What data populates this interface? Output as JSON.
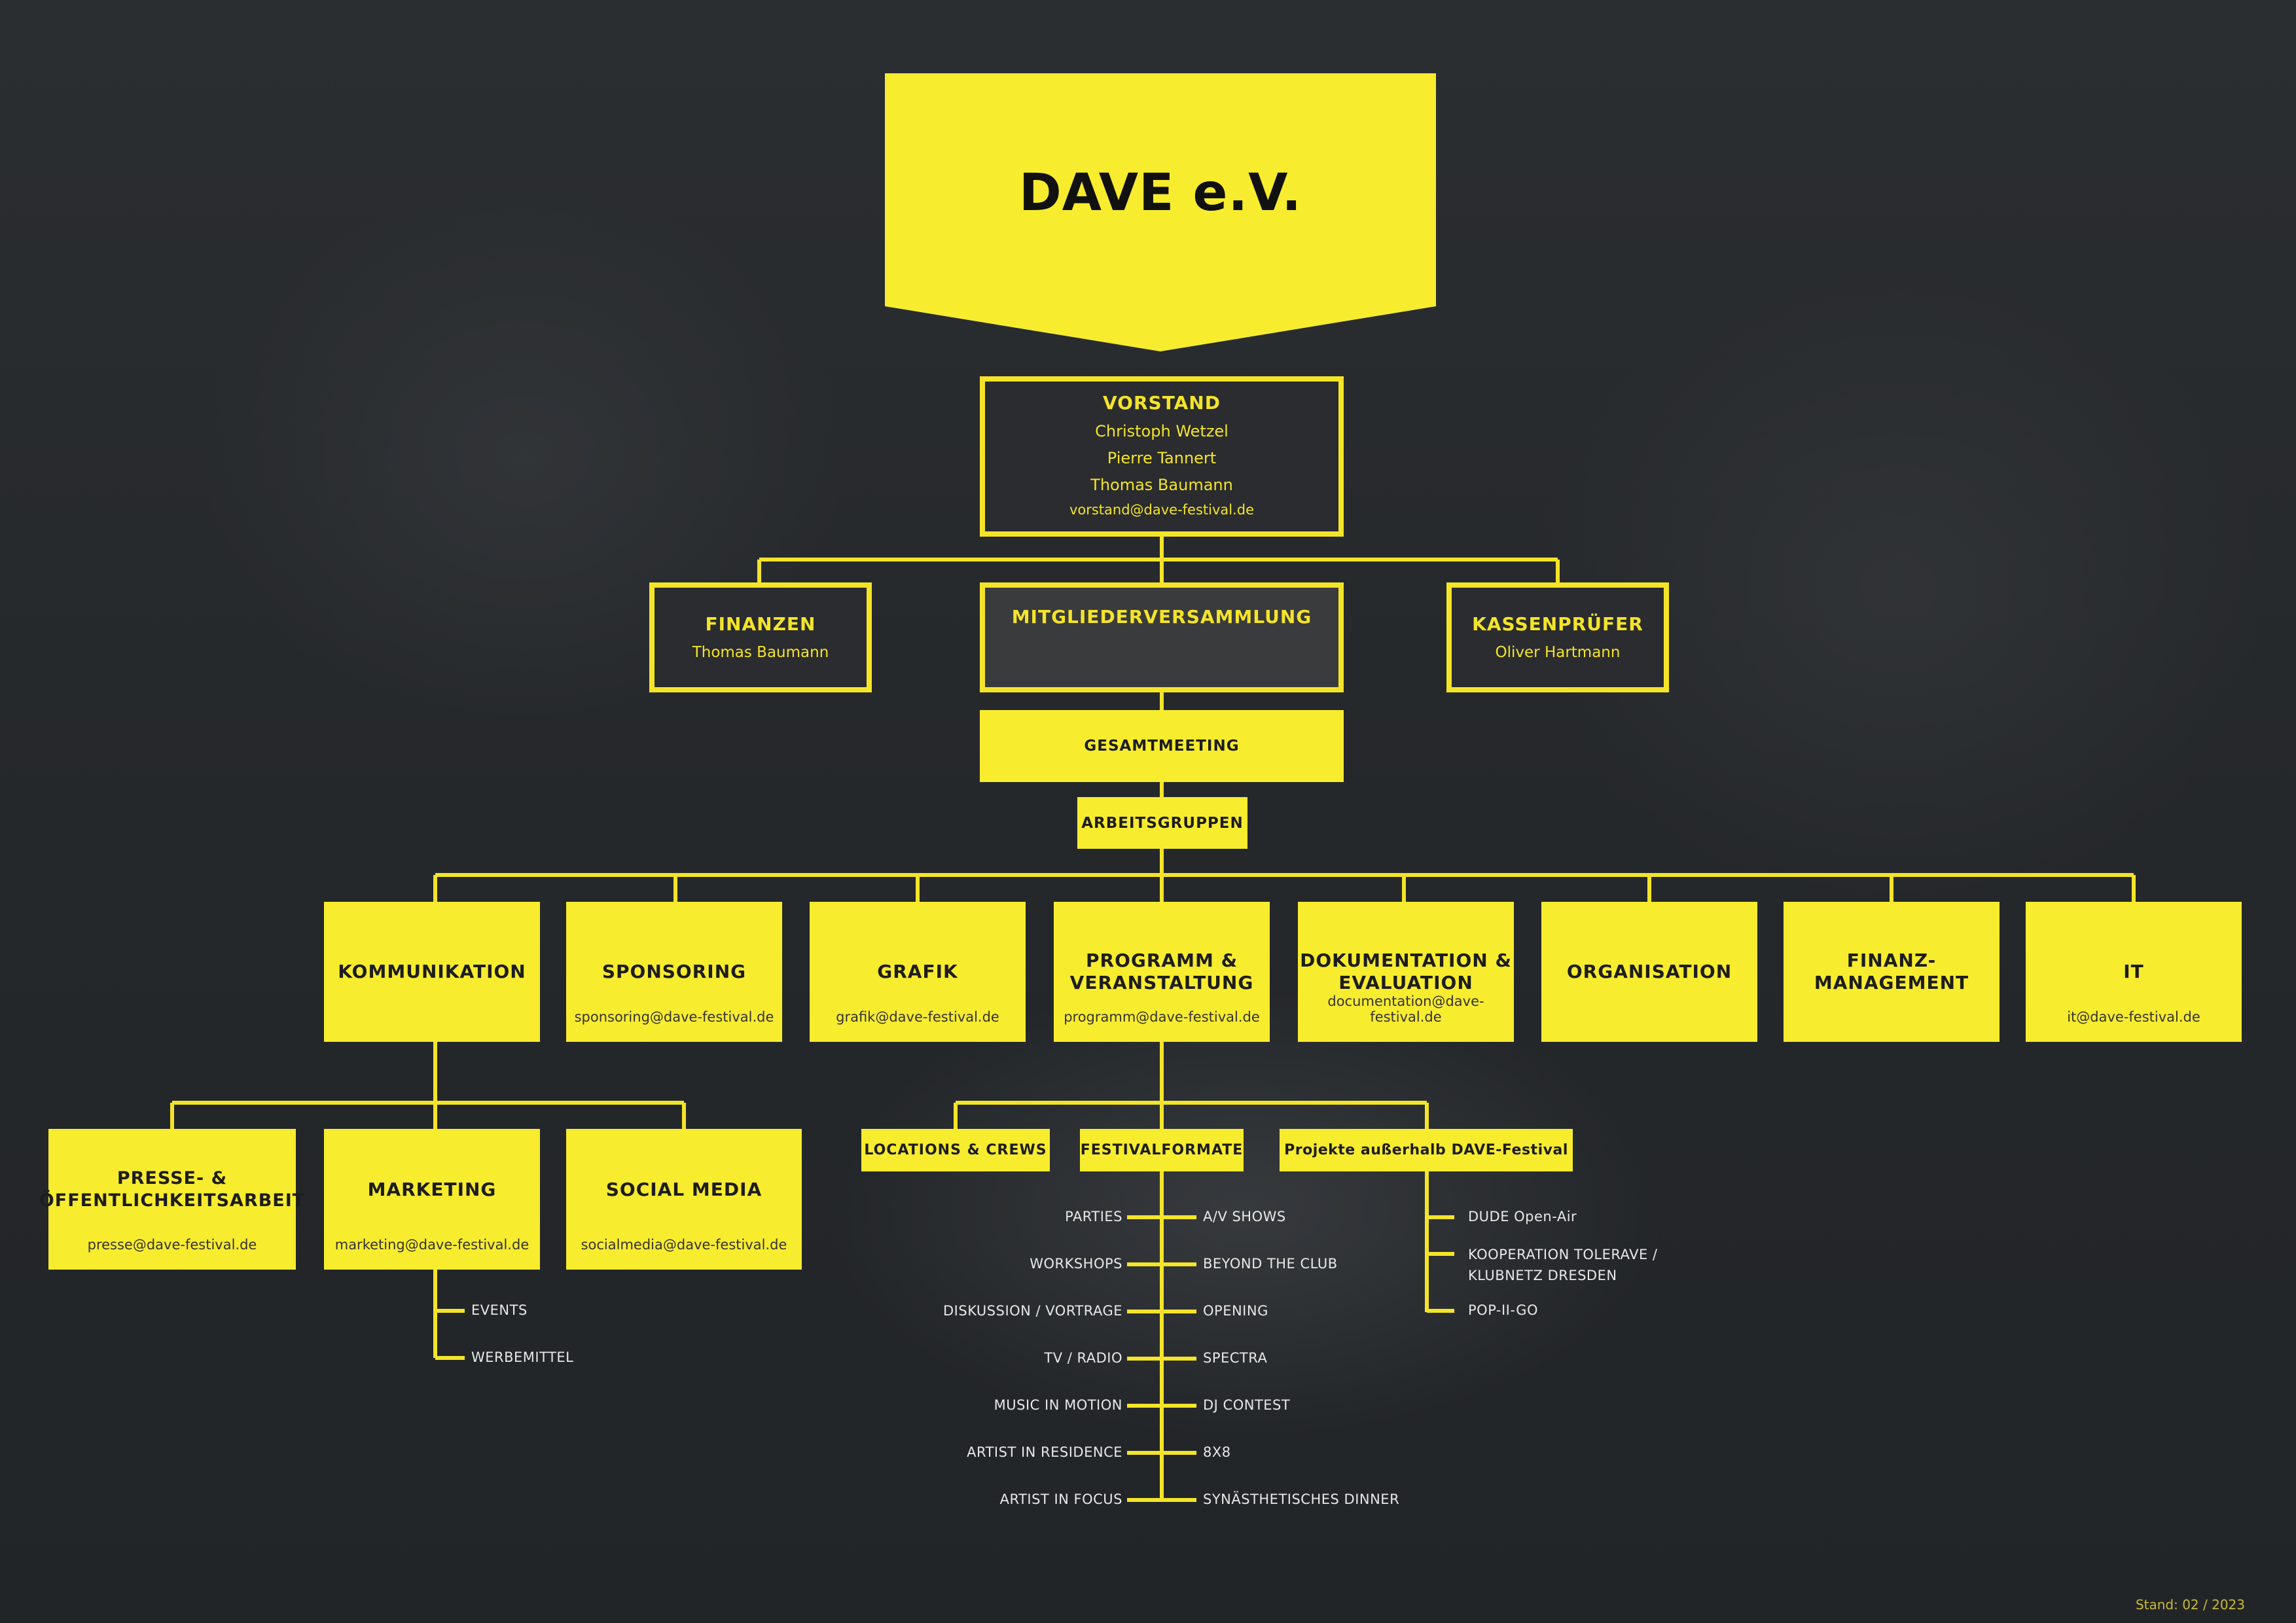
{
  "header": {
    "title": "DAVE e.V."
  },
  "vorstand": {
    "title": "VORSTAND",
    "members": [
      "Christoph Wetzel",
      "Pierre Tannert",
      "Thomas Baumann"
    ],
    "email": "vorstand@dave-festival.de"
  },
  "finanzen": {
    "title": "FINANZEN",
    "person": "Thomas Baumann"
  },
  "mitglieder": {
    "title": "MITGLIEDERVERSAMMLUNG"
  },
  "kassen": {
    "title": "KASSENPRÜFER",
    "person": "Oliver Hartmann"
  },
  "gesamt": {
    "title": "GESAMTMEETING"
  },
  "arbeit": {
    "title": "ARBEITSGRUPPEN"
  },
  "groups": [
    {
      "title": "KOMMUNIKATION",
      "email": ""
    },
    {
      "title": "SPONSORING",
      "email": "sponsoring@dave-festival.de"
    },
    {
      "title": "GRAFIK",
      "email": "grafik@dave-festival.de"
    },
    {
      "title": "PROGRAMM &\nVERANSTALTUNG",
      "email": "programm@dave-festival.de"
    },
    {
      "title": "DOKUMENTATION &\nEVALUATION",
      "email": "documentation@dave-festival.de"
    },
    {
      "title": "ORGANISATION",
      "email": ""
    },
    {
      "title": "FINANZ-\nMANAGEMENT",
      "email": ""
    },
    {
      "title": "IT",
      "email": "it@dave-festival.de"
    }
  ],
  "komm_sub": [
    {
      "title": "PRESSE- &\nÖFFENTLICHKEITSARBEIT",
      "email": "presse@dave-festival.de"
    },
    {
      "title": "MARKETING",
      "email": "marketing@dave-festival.de"
    },
    {
      "title": "SOCIAL MEDIA",
      "email": "socialmedia@dave-festival.de"
    }
  ],
  "marketing_items": [
    "EVENTS",
    "WERBEMITTEL"
  ],
  "programm_sub": [
    "LOCATIONS & CREWS",
    "FESTIVALFORMATE",
    "Projekte außerhalb DAVE-Festival"
  ],
  "formats_left": [
    "PARTIES",
    "WORKSHOPS",
    "DISKUSSION / VORTRAGE",
    "TV / RADIO",
    "MUSIC IN MOTION",
    "ARTIST IN RESIDENCE",
    "ARTIST IN FOCUS"
  ],
  "formats_right": [
    "A/V SHOWS",
    "BEYOND THE CLUB",
    "OPENING",
    "SPECTRA",
    "DJ CONTEST",
    "8X8",
    "SYNÄSTHETISCHES DINNER"
  ],
  "projekte": [
    "DUDE Open-Air",
    "KOOPERATION TOLERAVE /\nKLUBNETZ DRESDEN",
    "POP-II-GO"
  ],
  "footer": {
    "stand": "Stand: 02 / 2023"
  },
  "colors": {
    "accent": "#f8ec2f",
    "background": "#26292c",
    "line": "#f4e429"
  }
}
